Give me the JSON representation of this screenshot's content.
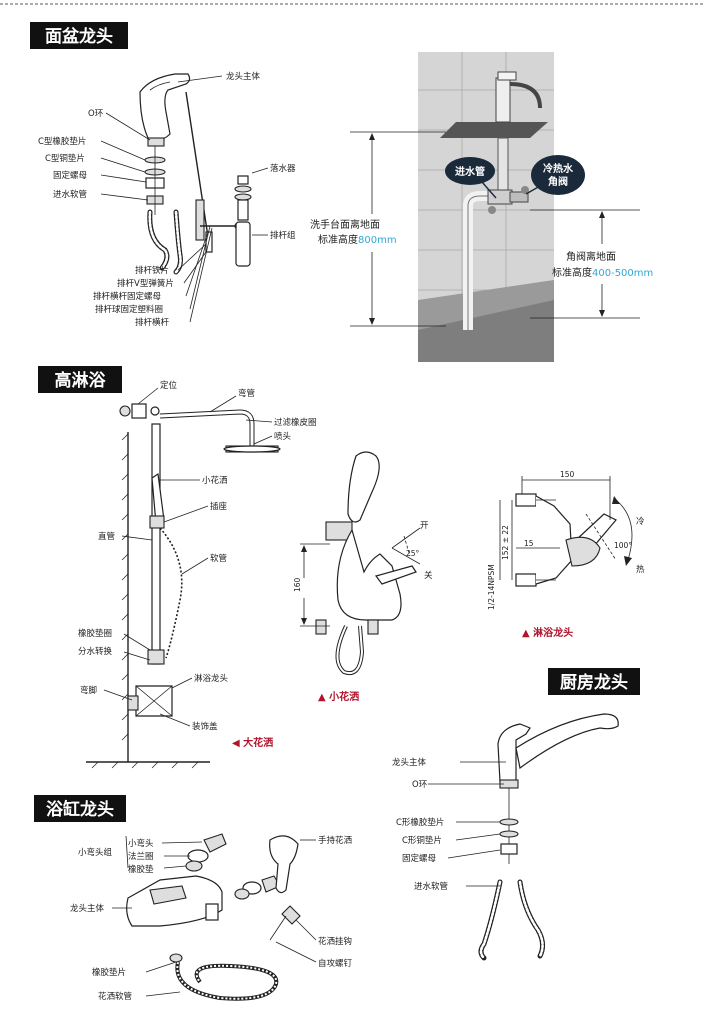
{
  "sections": {
    "basin": {
      "title": "面盆龙头",
      "labels": {
        "body": "龙头主体",
        "o_ring": "O环",
        "c_rubber": "C型橡胶垫片",
        "c_copper": "C型铜垫片",
        "nut": "固定螺母",
        "inlet_hose": "进水软管",
        "drain": "落水器",
        "lever_group": "排杆组",
        "lever_strip": "排杆铁片",
        "v_spring": "排杆V型弹簧片",
        "lever_nut": "排杆横杆固定螺母",
        "ball_ring": "排杆球固定塑料圈",
        "lever_rod": "排杆横杆"
      },
      "install": {
        "inlet_pipe": "进水管",
        "angle_valve_line1": "冷热水",
        "angle_valve_line2": "角阀",
        "basin_height_line1": "洗手台面离地面",
        "basin_height_line2_prefix": "标准高度",
        "basin_height_value": "800mm",
        "valve_height_line1": "角阀离地面",
        "valve_height_line2_prefix": "标准高度",
        "valve_height_value": "400-500mm"
      }
    },
    "shower": {
      "title": "高淋浴",
      "labels": {
        "positioner": "定位",
        "bent_pipe": "弯管",
        "filter_gasket": "过滤橡皮圈",
        "head": "喷头",
        "hand_shower": "小花洒",
        "socket": "插座",
        "straight_pipe": "直管",
        "soft_pipe": "软管",
        "rubber_ring": "橡胶垫圈",
        "diverter": "分水转换",
        "elbow": "弯脚",
        "shower_faucet": "淋浴龙头",
        "cover": "装饰盖"
      },
      "big_shower_caption": "◀ 大花洒",
      "small_shower_caption": "▲ 小花洒",
      "valve_caption": "▲ 淋浴龙头",
      "dims": {
        "open": "开",
        "close": "关",
        "angle": "25°",
        "height": "160",
        "width": "150",
        "center": "152 ± 22",
        "offset": "15",
        "thread": "1/2-14NPSM",
        "rotation": "100°",
        "cold": "冷",
        "hot": "热"
      }
    },
    "kitchen": {
      "title": "厨房龙头",
      "labels": {
        "body": "龙头主体",
        "o_ring": "O环",
        "c_rubber": "C形橡胶垫片",
        "c_copper": "C形铜垫片",
        "nut": "固定螺母",
        "inlet_hose": "进水软管"
      }
    },
    "bathtub": {
      "title": "浴缸龙头",
      "labels": {
        "small_elbow": "小弯头",
        "flange": "法兰圈",
        "small_elbow_group": "小弯头组",
        "rubber_pad": "橡胶垫",
        "hand_shower": "手持花洒",
        "body": "龙头主体",
        "holder": "花洒挂钩",
        "screw": "自攻螺钉",
        "rubber_gasket": "橡胶垫片",
        "shower_hose": "花洒软管"
      }
    }
  },
  "colors": {
    "accent_cyan": "#2fa8d6",
    "caption_red": "#b0142c",
    "title_bg": "#111111",
    "title_fg": "#ffffff"
  }
}
